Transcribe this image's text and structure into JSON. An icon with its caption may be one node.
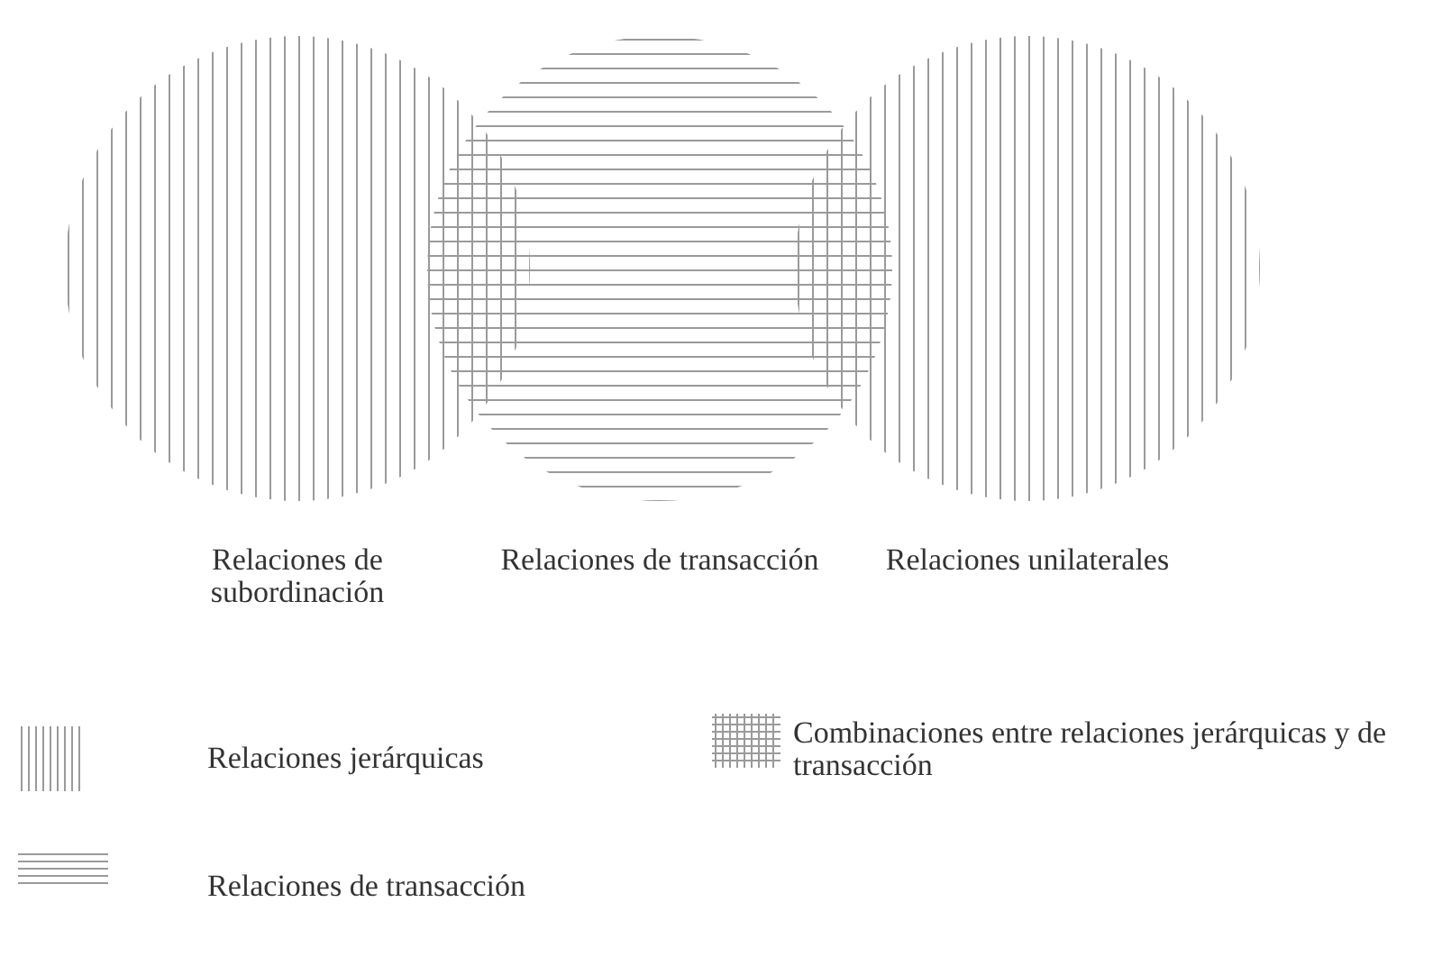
{
  "diagram": {
    "nodes": [
      {
        "text": [
          "Relaciones de subordinación"
        ]
      },
      {
        "text": [
          "Relaciones de transacción"
        ]
      },
      {
        "text": [
          "Relaciones unilaterales"
        ]
      }
    ],
    "legend": [
      {
        "text": "Relaciones jerárquicas"
      },
      {
        "text": "Combinaciones entre relaciones jerárquicas y de transacción"
      },
      {
        "text": "Relaciones de transacción"
      }
    ]
  }
}
